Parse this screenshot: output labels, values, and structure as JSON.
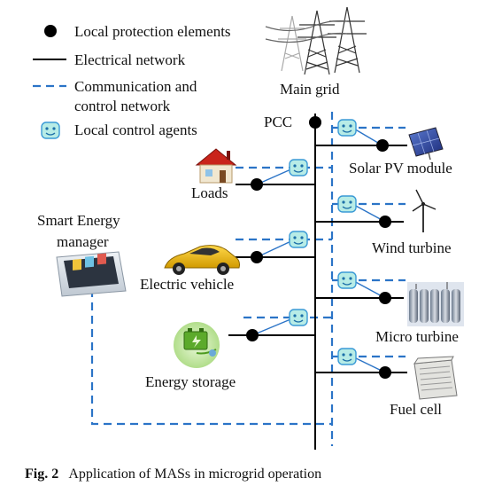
{
  "legend": {
    "protection": "Local protection elements",
    "electrical": "Electrical network",
    "comm_line1": "Communication and",
    "comm_line2": "control network",
    "agents": "Local control agents"
  },
  "nodes": {
    "main_grid": "Main grid",
    "pcc": "PCC",
    "solar": "Solar PV module",
    "loads": "Loads",
    "wind": "Wind turbine",
    "ev": "Electric vehicle",
    "micro": "Micro turbine",
    "storage": "Energy storage",
    "fuel": "Fuel cell",
    "sem_line1": "Smart Energy",
    "sem_line2": "manager"
  },
  "caption": {
    "number": "Fig. 2",
    "text": "Application of MASs in microgrid operation"
  },
  "colors": {
    "comm": "#2b74c7",
    "wire": "#000000",
    "agent_fill": "#b7ece6",
    "agent_stroke": "#3a9ad6",
    "dot": "#000000"
  }
}
